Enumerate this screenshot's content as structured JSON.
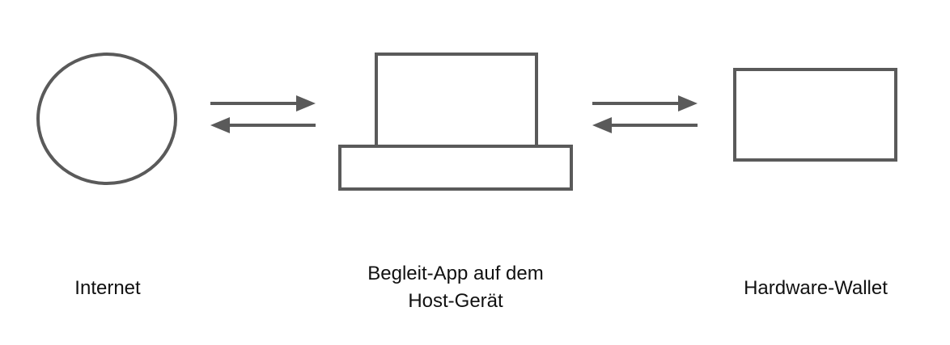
{
  "colors": {
    "stroke": "#5a5a5a",
    "text": "#111111",
    "background": "#ffffff"
  },
  "nodes": {
    "internet": {
      "shape": "circle",
      "label": "Internet"
    },
    "companion_app": {
      "shape": "laptop",
      "label_line1": "Begleit-App auf dem",
      "label_line2": "Host-Gerät"
    },
    "hardware_wallet": {
      "shape": "rectangle",
      "label": "Hardware-Wallet"
    }
  },
  "connections": [
    {
      "from": "internet",
      "to": "companion_app",
      "direction": "bidirectional"
    },
    {
      "from": "companion_app",
      "to": "hardware_wallet",
      "direction": "bidirectional"
    }
  ]
}
